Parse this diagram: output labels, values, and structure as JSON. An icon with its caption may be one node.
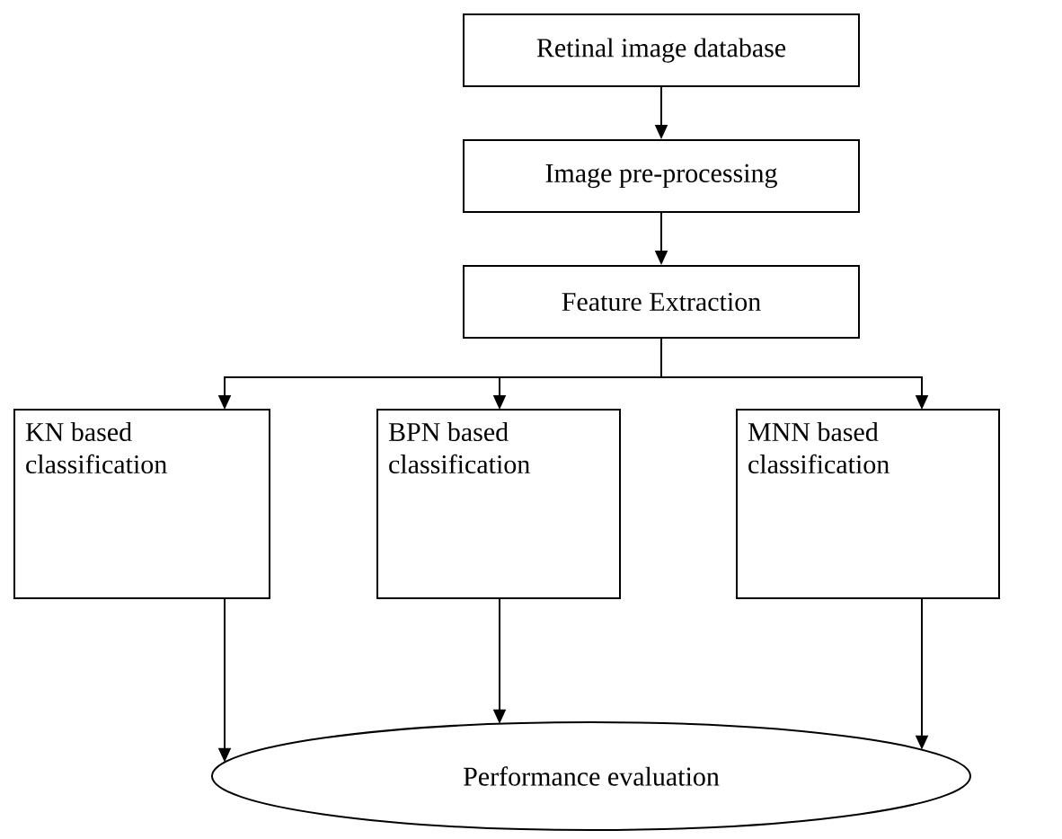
{
  "diagram": {
    "nodes": [
      {
        "text": [
          "Retinal image database"
        ]
      },
      {
        "text": [
          "Image pre-processing"
        ]
      },
      {
        "text": [
          "Feature Extraction"
        ]
      },
      {
        "text": [
          "KN based classification"
        ]
      },
      {
        "text": [
          "BPN based classification"
        ]
      },
      {
        "text": [
          "MNN based classification"
        ]
      },
      {
        "text": [
          "Performance evaluation"
        ]
      }
    ],
    "edges": [
      {
        "from": 0,
        "to": 1,
        "arrow": "to"
      },
      {
        "from": 1,
        "to": 2,
        "arrow": "to"
      },
      {
        "from": 2,
        "to": 3,
        "arrow": "to"
      },
      {
        "from": 2,
        "to": 4,
        "arrow": "to"
      },
      {
        "from": 2,
        "to": 5,
        "arrow": "to"
      },
      {
        "from": 3,
        "to": 6,
        "arrow": "to"
      },
      {
        "from": 4,
        "to": 6,
        "arrow": "to"
      },
      {
        "from": 5,
        "to": 6,
        "arrow": "to"
      }
    ]
  }
}
